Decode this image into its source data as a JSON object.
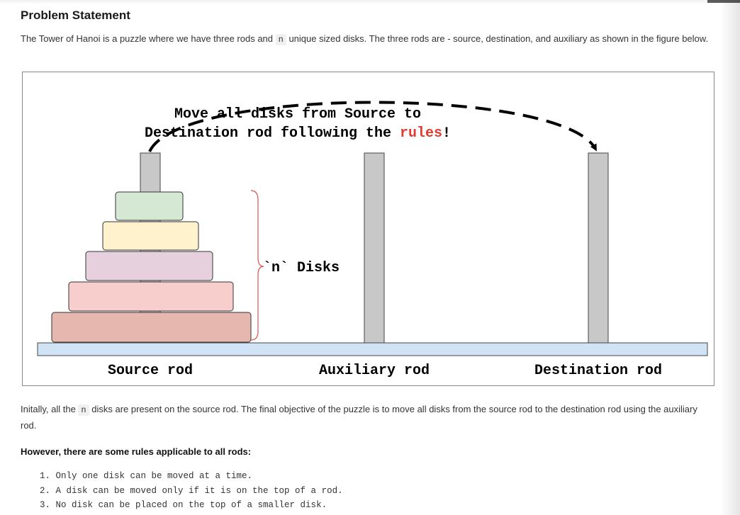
{
  "page": {
    "title": "Problem Statement",
    "intro": {
      "before": "The Tower of Hanoi is a puzzle where we have three rods and ",
      "code": "n",
      "after": " unique sized disks. The three rods are - source, destination, and auxiliary as shown in the figure below."
    },
    "figure": {
      "caption_line1": "Move all disks from Source to",
      "caption_line2_prefix": "Destination rod following the ",
      "caption_rules_word": "rules",
      "caption_suffix": "!",
      "n_disks_label": "`n` Disks",
      "rod_labels": [
        "Source rod",
        "Auxiliary rod",
        "Destination rod"
      ],
      "disk_colors": [
        "#d5e8d4",
        "#fff2cc",
        "#e6d0de",
        "#f8cecc",
        "#e6b7af"
      ],
      "rod_color": "#c8c8c8",
      "base_color": "#d0e4f5",
      "rules_color": "#e03c31"
    },
    "outro": {
      "before": "Initally, all the ",
      "code": "n",
      "after": " disks are present on the source rod. The final objective of the puzzle is to move all disks from the source rod to the destination rod using the auxiliary rod."
    },
    "rules_heading": "However, there are some rules applicable to all rods:",
    "rules": [
      "1. Only one disk can be moved at a time.",
      "2. A disk can be moved only if it is on the top of a rod.",
      "3. No disk can be placed on the top of a smaller disk."
    ]
  }
}
